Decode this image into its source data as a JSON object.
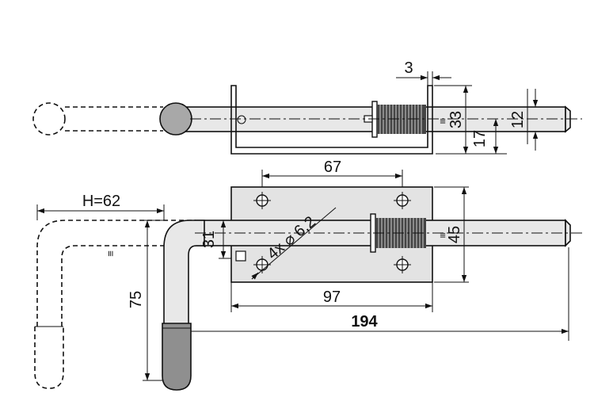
{
  "colors": {
    "line": "#111111",
    "steel": "#e8e8e8",
    "knob": "#a8a8a8",
    "grip": "#8f8f8f",
    "background": "#ffffff"
  },
  "dimensions": {
    "d_3": "3",
    "d_33": "33",
    "d_12": "12",
    "d_17": "17",
    "d_67": "67",
    "d_hole": "4x ⌀ 6,2",
    "d_H": "H=62",
    "d_31": "31",
    "d_45": "45",
    "d_75": "75",
    "d_97": "97",
    "d_194": "194"
  }
}
